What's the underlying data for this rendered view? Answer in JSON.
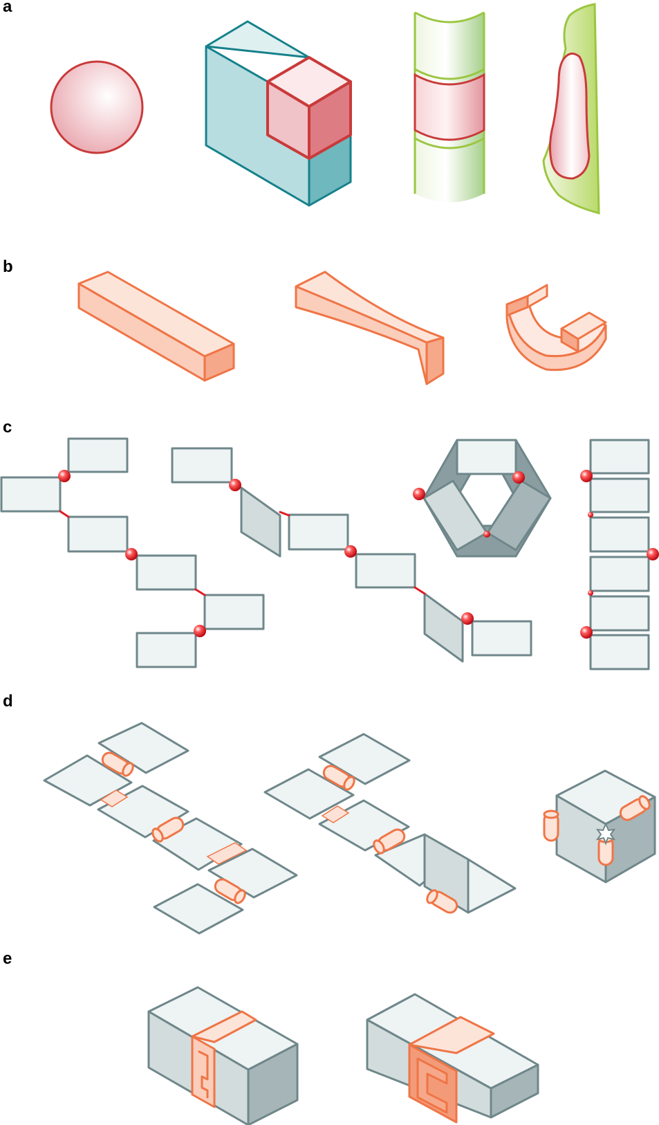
{
  "panels": [
    {
      "label": "a"
    },
    {
      "label": "b"
    },
    {
      "label": "c"
    },
    {
      "label": "d"
    },
    {
      "label": "e"
    }
  ],
  "colors": {
    "red_outline": "#c93a3a",
    "red_fill": "#f2c4c8",
    "teal_outline": "#15818b",
    "teal_fill": "#b7dde0",
    "green_outline": "#9bc640",
    "green_fill": "#dcecc4",
    "orange_outline": "#ef7546",
    "orange_fill": "#fbd3c3",
    "gray_outline": "#6f878a",
    "gray_fill": "#eef3f4",
    "gray_dark": "#a6b5b8",
    "joint_red": "#e01b24"
  }
}
